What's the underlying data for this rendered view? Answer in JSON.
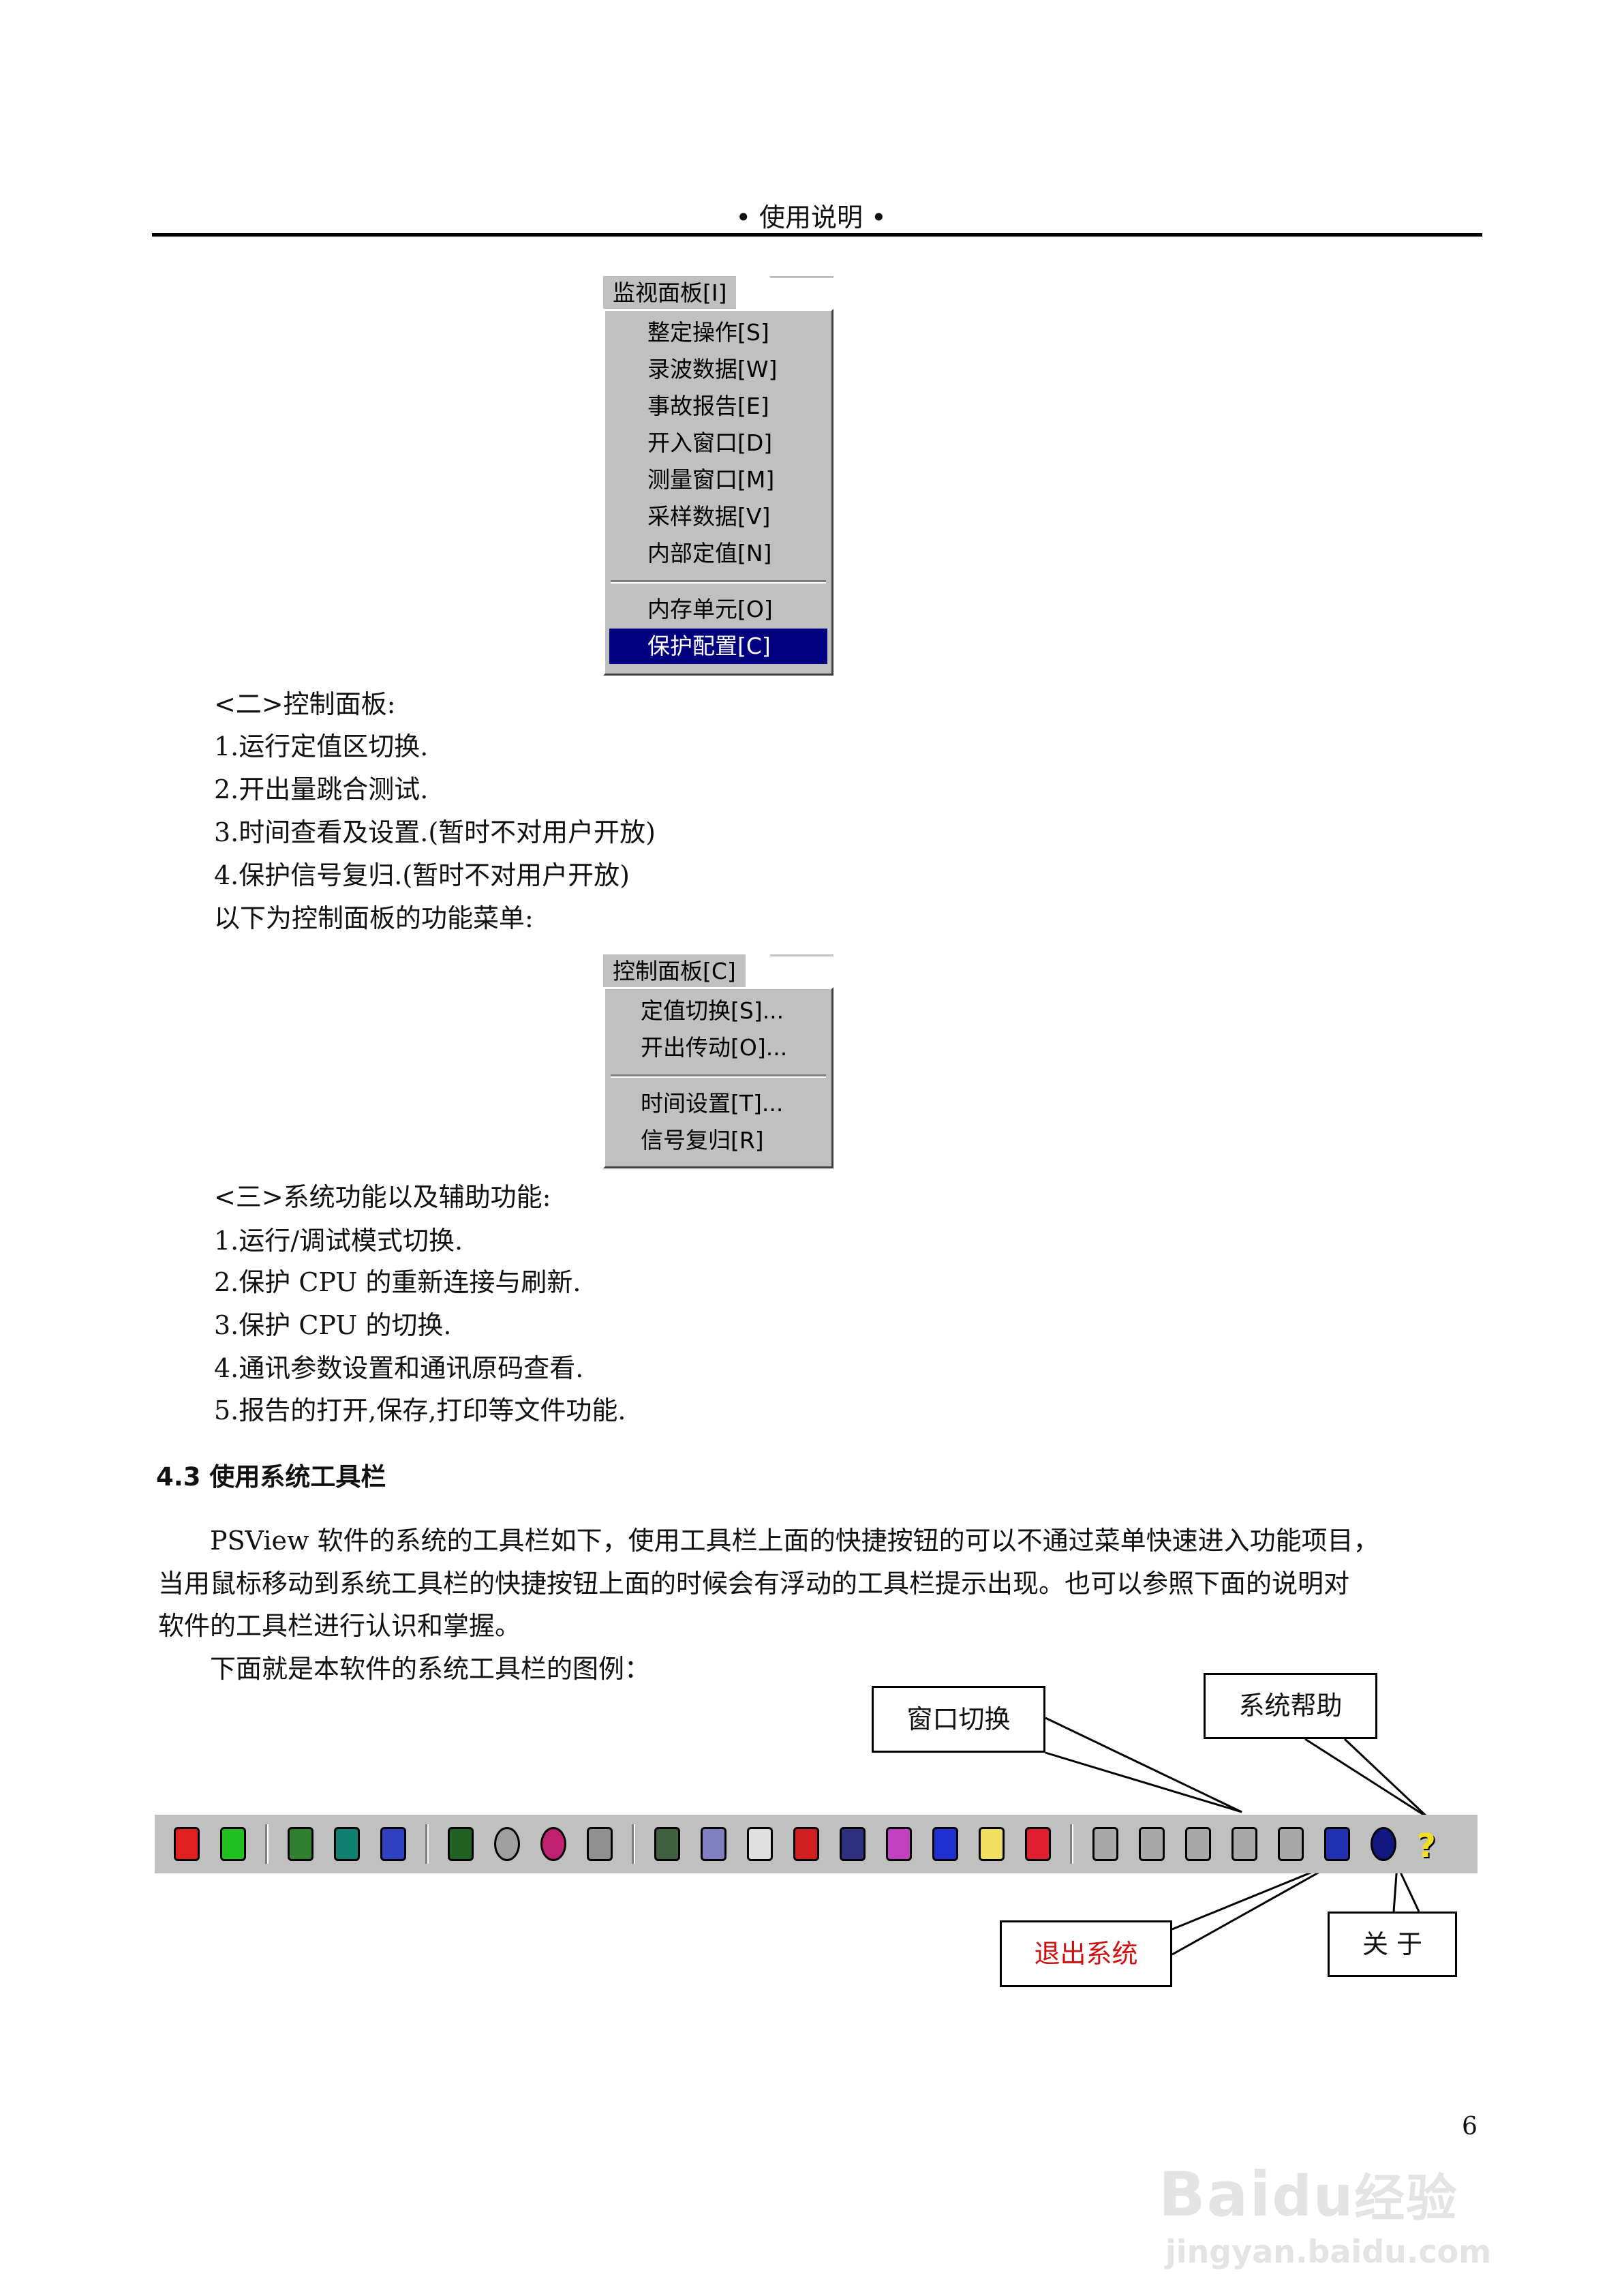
{
  "header": {
    "title": "• 使用说明 •"
  },
  "monitor_menu": {
    "title": "监视面板[I]",
    "items": [
      "整定操作[S]",
      "录波数据[W]",
      "事故报告[E]",
      "开入窗口[D]",
      "测量窗口[M]",
      "采样数据[V]",
      "内部定值[N]"
    ],
    "items2": [
      "内存单元[O]",
      "保护配置[C]"
    ],
    "selected": "保护配置[C]"
  },
  "section2": {
    "lines": [
      "<二>控制面板:",
      "1.运行定值区切换.",
      "2.开出量跳合测试.",
      "3.时间查看及设置.(暂时不对用户开放)",
      "4.保护信号复归.(暂时不对用户开放)",
      "以下为控制面板的功能菜单:"
    ]
  },
  "control_menu": {
    "title": "控制面板[C]",
    "items": [
      "定值切换[S]...",
      "开出传动[O]..."
    ],
    "items2": [
      "时间设置[T]...",
      "信号复归[R]"
    ]
  },
  "section3": {
    "lines": [
      "<三>系统功能以及辅助功能:",
      "1.运行/调试模式切换.",
      "2.保护 CPU 的重新连接与刷新.",
      "3.保护 CPU 的切换.",
      "4.通讯参数设置和通讯原码查看.",
      "5.报告的打开,保存,打印等文件功能."
    ]
  },
  "section43": {
    "heading": "4.3  使用系统工具栏",
    "paragraph": [
      "　　PSView 软件的系统的工具栏如下，使用工具栏上面的快捷按钮的可以不通过菜单快速进入功能项目，",
      "当用鼠标移动到系统工具栏的快捷按钮上面的时候会有浮动的工具栏提示出现。也可以参照下面的说明对",
      "软件的工具栏进行认识和掌握。",
      "　　下面就是本软件的系统工具栏的图例："
    ]
  },
  "callouts": {
    "window_switch": "窗口切换",
    "system_help": "系统帮助",
    "exit_system": "退出系统",
    "about": "关 于"
  },
  "colors": {
    "exit_text": "#d01010",
    "menu_bg": "#c0c0c0",
    "selection": "#000080"
  },
  "toolbar": {
    "groups": [
      [
        {
          "icon": "exit-red-icon",
          "color": "#e02020"
        },
        {
          "icon": "wrench-green-icon",
          "color": "#20c020"
        }
      ],
      [
        {
          "icon": "magnifier-icon",
          "color": "#308030"
        },
        {
          "icon": "chip-green-icon",
          "color": "#108070"
        },
        {
          "icon": "window-blue-icon",
          "color": "#3040c0"
        }
      ],
      [
        {
          "icon": "switch-green-icon",
          "color": "#206020"
        },
        {
          "icon": "circle-gray-icon",
          "color": "#a0a0a0"
        },
        {
          "icon": "clock-pink-icon",
          "color": "#c02070"
        },
        {
          "icon": "pen-icon",
          "color": "#909090"
        }
      ],
      [
        {
          "icon": "edit-icon",
          "color": "#406040"
        },
        {
          "icon": "wave-chart-icon",
          "color": "#8080c0"
        },
        {
          "icon": "clipboard-icon",
          "color": "#e0e0e0"
        },
        {
          "icon": "red-x-icon",
          "color": "#d02020"
        },
        {
          "icon": "eye-icon",
          "color": "#303080"
        },
        {
          "icon": "bar-chart-icon",
          "color": "#c040c0"
        },
        {
          "icon": "binary-icon",
          "color": "#2030d0"
        },
        {
          "icon": "note-yellow-icon",
          "color": "#f0e060"
        },
        {
          "icon": "heart-red-icon",
          "color": "#e02030"
        }
      ],
      [
        {
          "icon": "window-cascade-icon",
          "color": "#a8a8a8"
        },
        {
          "icon": "window-tile-h-icon",
          "color": "#a8a8a8"
        },
        {
          "icon": "window-tile-v-icon",
          "color": "#a8a8a8"
        },
        {
          "icon": "window-prev-icon",
          "color": "#a8a8a8"
        },
        {
          "icon": "window-next-icon",
          "color": "#a8a8a8"
        },
        {
          "icon": "exit-door-icon",
          "color": "#2030b0"
        },
        {
          "icon": "info-icon",
          "color": "#101880"
        },
        {
          "icon": "help-icon",
          "color": "#f0e020"
        }
      ]
    ]
  },
  "page_number": "6",
  "watermark": "Baidu经验 jingyan.baidu.com"
}
